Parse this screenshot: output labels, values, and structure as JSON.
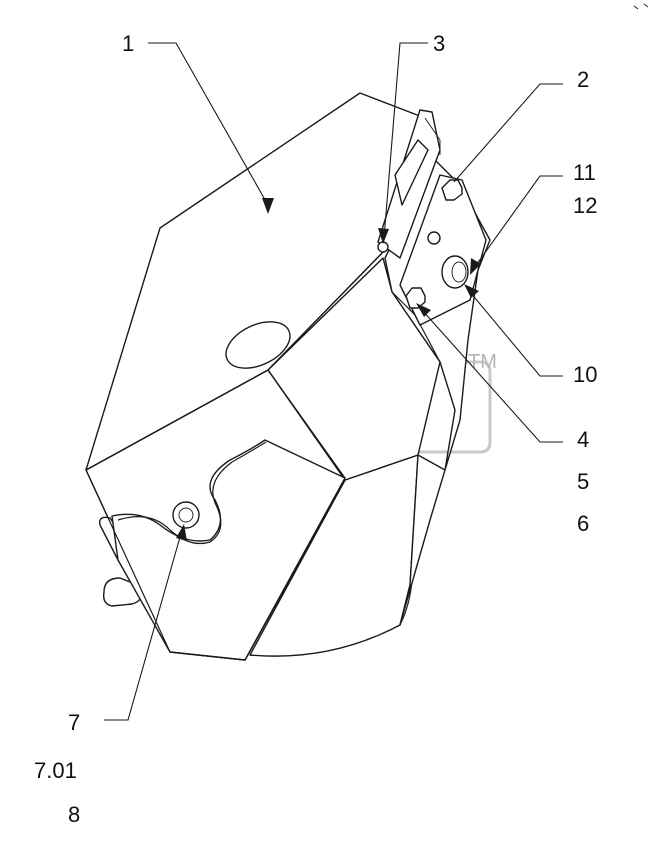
{
  "labels": {
    "l1": "1",
    "l2": "2",
    "l3": "3",
    "l4": "4",
    "l5": "5",
    "l6": "6",
    "l7": "7",
    "l701": "7.01",
    "l8": "8",
    "l10": "10",
    "l11": "11",
    "l12": "12"
  },
  "watermark": {
    "tm": "TM"
  },
  "colors": {
    "line": "#1a1a1a",
    "watermark": "#c9c9c9",
    "background": "#ffffff"
  }
}
